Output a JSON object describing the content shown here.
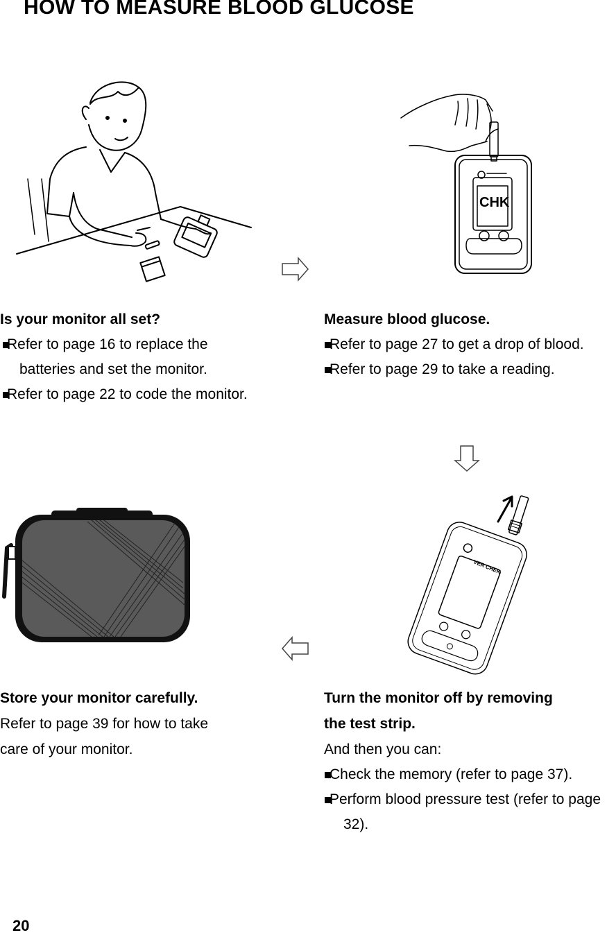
{
  "page": {
    "title": "HOW TO MEASURE BLOOD GLUCOSE",
    "page_number": "20"
  },
  "steps": [
    {
      "heading": "Is your monitor all set?",
      "bullets": [
        "Refer to page 16 to replace the batteries and set the monitor.",
        "Refer to page 22 to code the monitor."
      ]
    },
    {
      "heading": "Measure blood glucose.",
      "bullets": [
        "Refer to page 27 to get a drop of blood.",
        "Refer to page 29 to take a reading."
      ]
    },
    {
      "heading_line1": "Turn the monitor off by removing",
      "heading_line2": "the test strip.",
      "intro": "And then you can:",
      "bullets": [
        "Check the memory (refer to page 37).",
        "Perform blood pressure test (refer to page 32)."
      ]
    },
    {
      "heading": "Store your monitor carefully.",
      "text_line1": "Refer to page 39 for how to take",
      "text_line2": "care of your monitor."
    }
  ],
  "illustrations": {
    "display_text": "CHK",
    "brand_text": "VER CHEK"
  },
  "icons": [
    "arrow-right-icon",
    "arrow-down-icon",
    "arrow-left-icon"
  ]
}
